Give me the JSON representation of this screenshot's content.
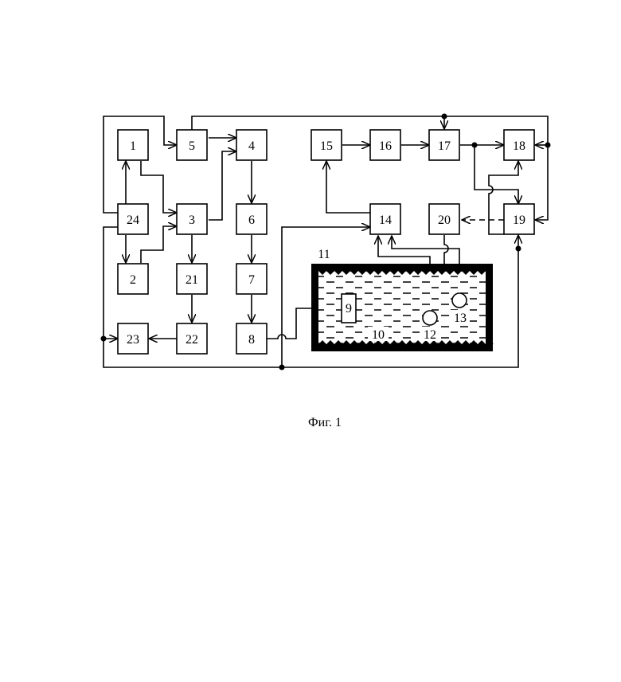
{
  "diagram": {
    "blocks": [
      "1",
      "2",
      "3",
      "4",
      "5",
      "6",
      "7",
      "8",
      "9",
      "10",
      "11",
      "12",
      "13",
      "14",
      "15",
      "16",
      "17",
      "18",
      "19",
      "20",
      "21",
      "22",
      "23",
      "24"
    ],
    "caption": "Фиг. 1"
  }
}
